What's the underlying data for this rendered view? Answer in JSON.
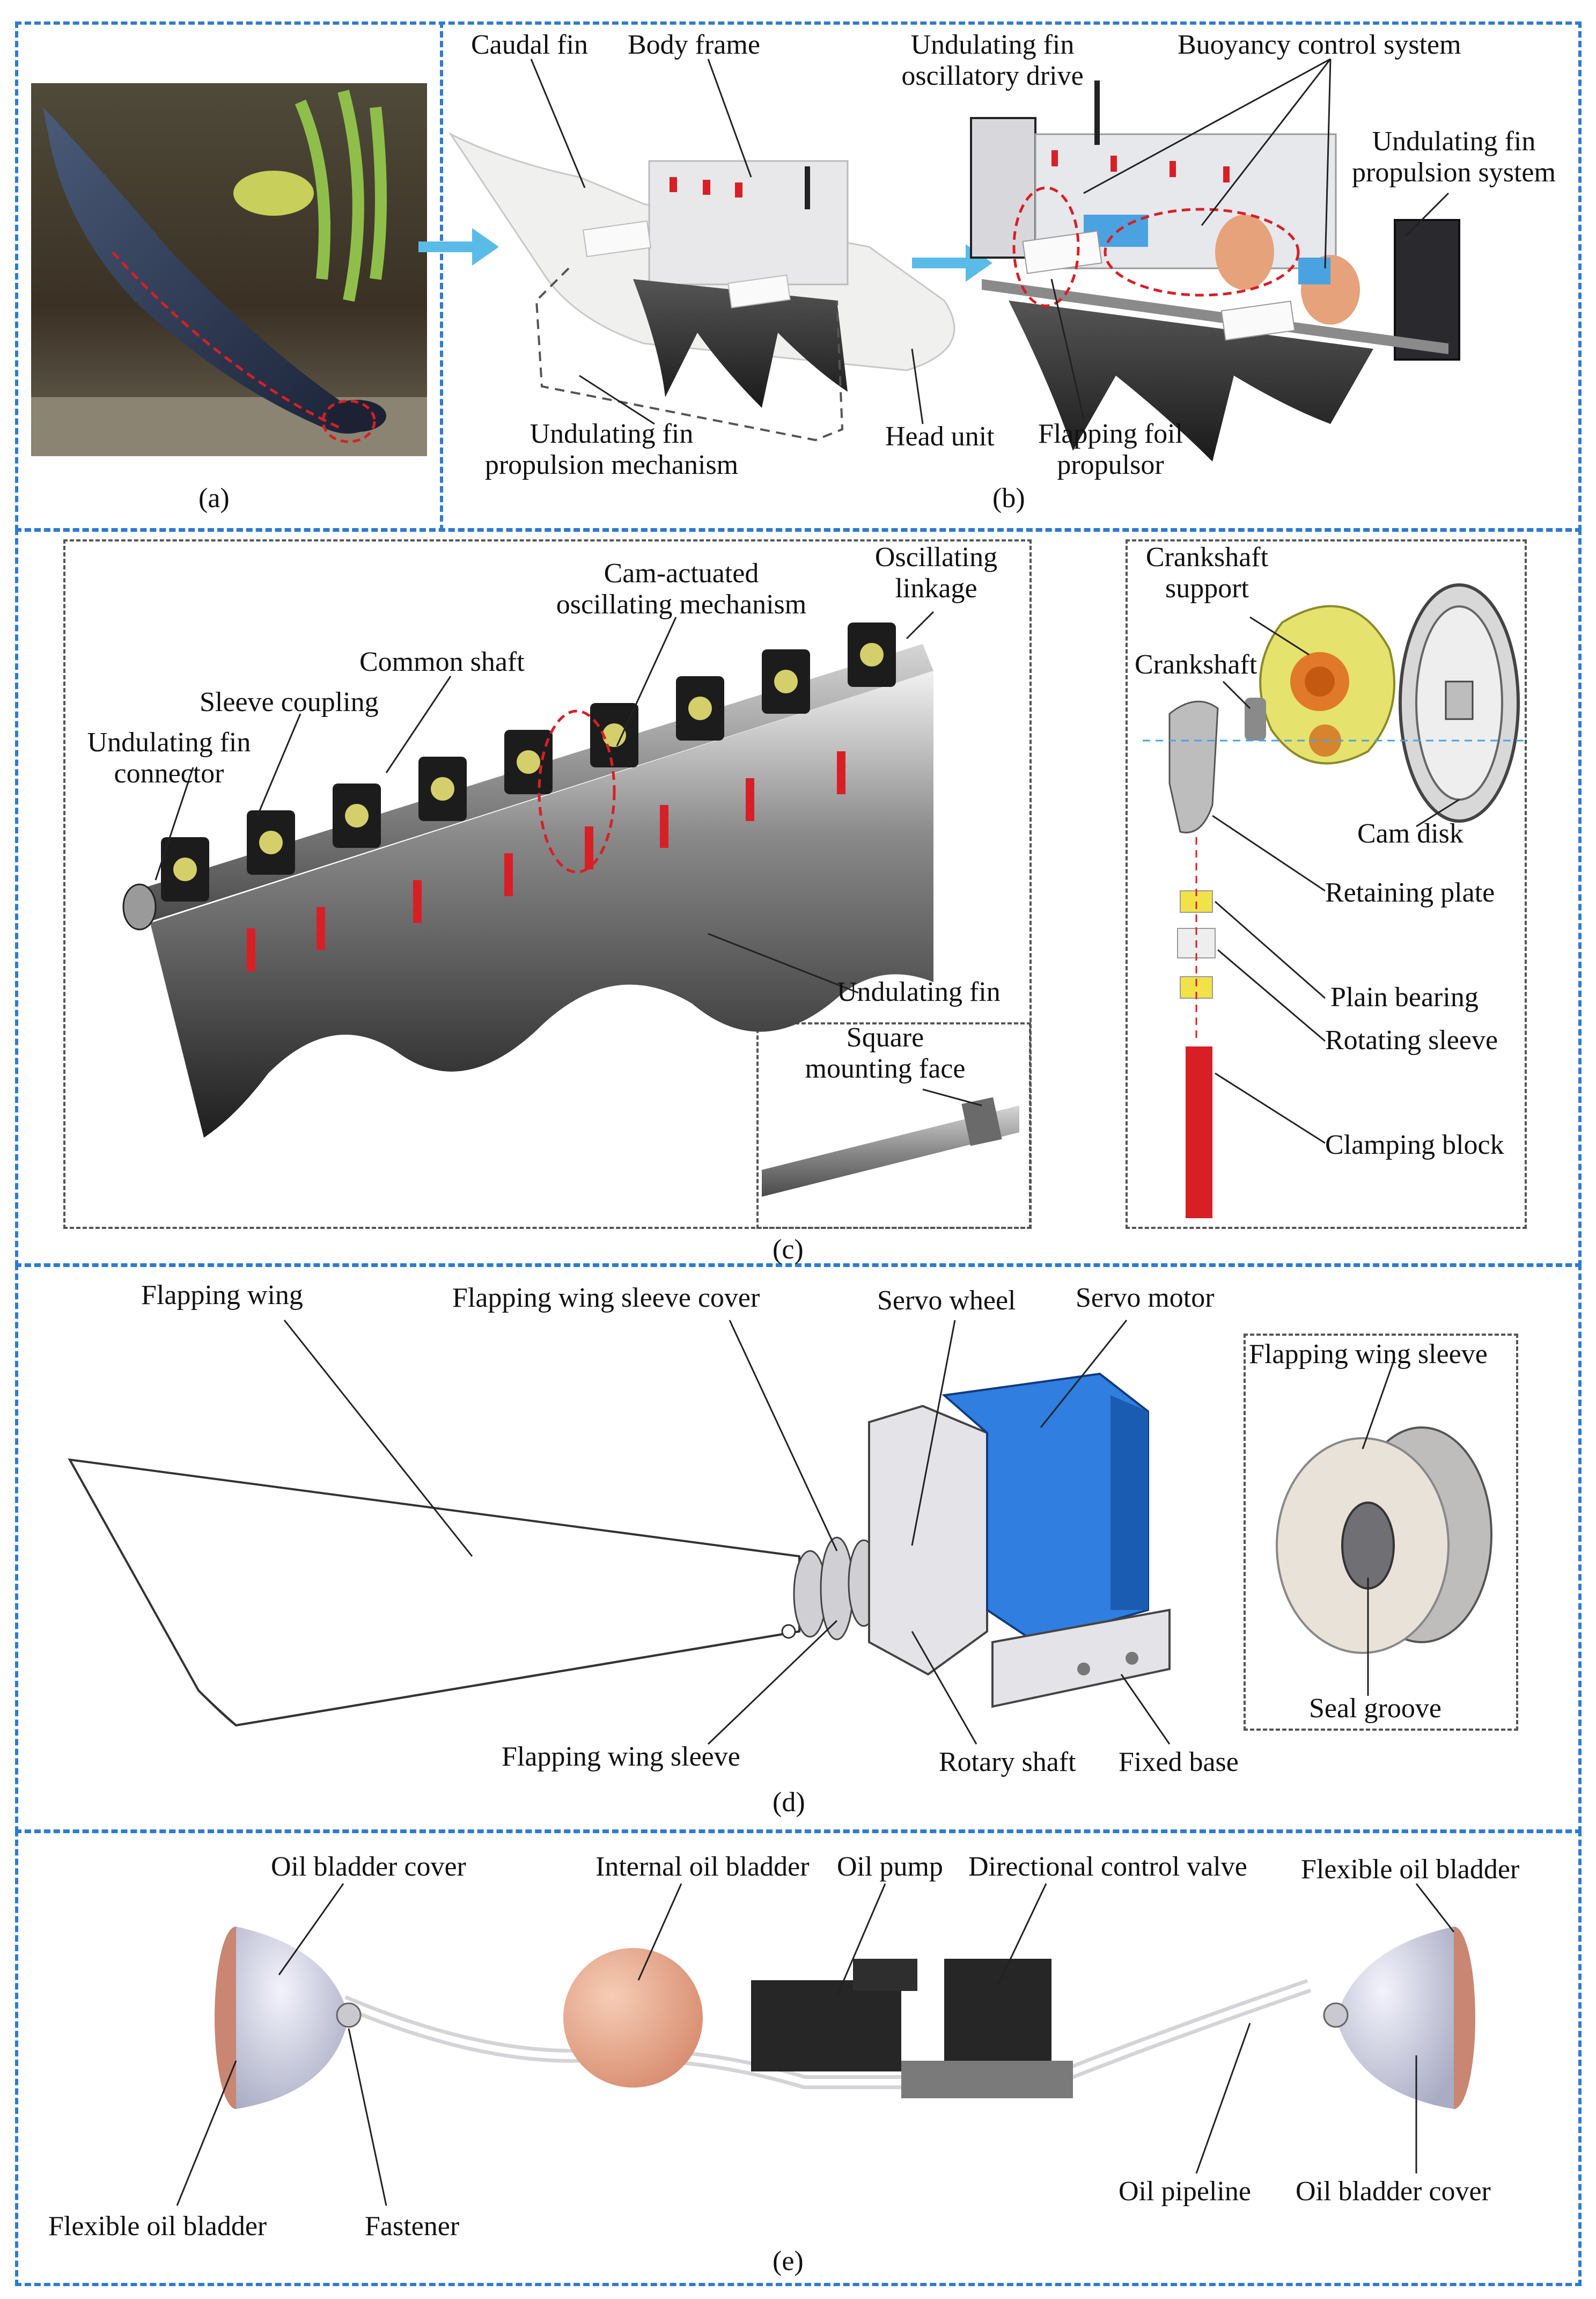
{
  "panels": {
    "a": {
      "caption": "(a)"
    },
    "b": {
      "caption": "(b)",
      "labels": {
        "caudal_fin": "Caudal fin",
        "body_frame": "Body frame",
        "undulating_fin_propulsion_mechanism": "Undulating fin\npropulsion mechanism",
        "head_unit": "Head unit",
        "undulating_fin_oscillatory_drive": "Undulating fin\noscillatory drive",
        "buoyancy_control_system": "Buoyancy control system",
        "undulating_fin_propulsion_system": "Undulating fin\npropulsion system",
        "flapping_foil_propulsor": "Flapping foil\npropulsor"
      }
    },
    "c": {
      "caption": "(c)",
      "labels": {
        "cam_actuated": "Cam-actuated\noscillating mechanism",
        "oscillating_linkage": "Oscillating\nlinkage",
        "common_shaft": "Common shaft",
        "sleeve_coupling": "Sleeve coupling",
        "undulating_fin_connector": "Undulating fin\nconnector",
        "undulating_fin": "Undulating fin",
        "square_mounting_face": "Square\nmounting face",
        "crankshaft_support": "Crankshaft\nsupport",
        "crankshaft": "Crankshaft",
        "cam_disk": "Cam disk",
        "retaining_plate": "Retaining plate",
        "plain_bearing": "Plain bearing",
        "rotating_sleeve": "Rotating sleeve",
        "clamping_block": "Clamping block"
      }
    },
    "d": {
      "caption": "(d)",
      "labels": {
        "flapping_wing": "Flapping wing",
        "flapping_wing_sleeve_cover": "Flapping wing sleeve cover",
        "servo_wheel": "Servo wheel",
        "servo_motor": "Servo motor",
        "flapping_wing_sleeve_title": "Flapping wing sleeve",
        "flapping_wing_sleeve": "Flapping wing sleeve",
        "rotary_shaft": "Rotary shaft",
        "fixed_base": "Fixed base",
        "seal_groove": "Seal groove"
      }
    },
    "e": {
      "caption": "(e)",
      "labels": {
        "oil_bladder_cover_left": "Oil bladder cover",
        "internal_oil_bladder": "Internal oil bladder",
        "oil_pump": "Oil pump",
        "directional_control_valve": "Directional control valve",
        "flexible_oil_bladder_right": "Flexible oil bladder",
        "flexible_oil_bladder_left": "Flexible oil bladder",
        "fastener": "Fastener",
        "oil_pipeline": "Oil pipeline",
        "oil_bladder_cover_right": "Oil bladder cover"
      }
    }
  },
  "colors": {
    "panel_border": "#2f7bd1",
    "fin": "#333333",
    "accent_red": "#d81f26",
    "servo_blue": "#1f6fd6",
    "bladder": "#e9b39a"
  }
}
